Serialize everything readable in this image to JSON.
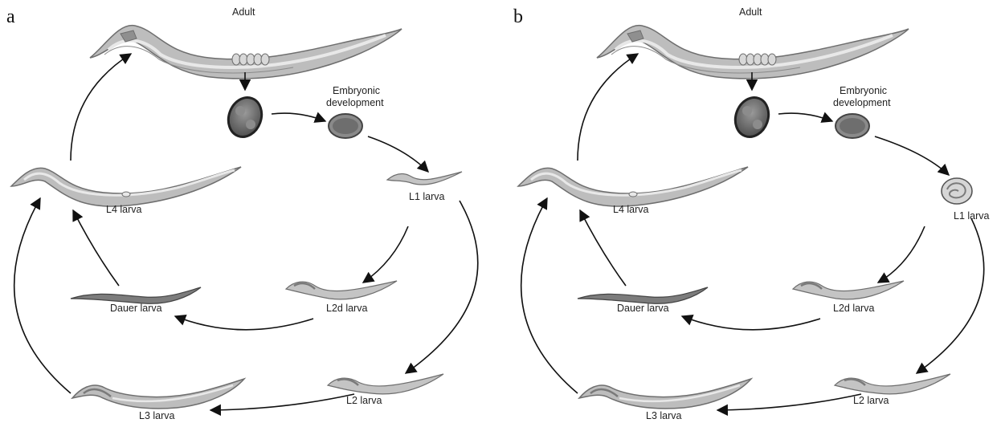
{
  "panels": [
    {
      "letter": "a",
      "labels": {
        "adult": "Adult",
        "embryonic_line1": "Embryonic",
        "embryonic_line2": "development",
        "l1": "L1 larva",
        "l2": "L2 larva",
        "l2d": "L2d larva",
        "dauer": "Dauer larva",
        "l3": "L3 larva",
        "l4": "L4 larva"
      }
    },
    {
      "letter": "b",
      "labels": {
        "adult": "Adult",
        "embryonic_line1": "Embryonic",
        "embryonic_line2": "development",
        "l1": "L1 larva",
        "l2": "L2 larva",
        "l2d": "L2d larva",
        "dauer": "Dauer larva",
        "l3": "L3 larva",
        "l4": "L4 larva"
      }
    }
  ],
  "colors": {
    "worm_body": "#bdbdbd",
    "worm_outline": "#6e6e6e",
    "worm_gut": "#e6e6e6",
    "dauer_body": "#7c7c7c",
    "embryo_dark": "#555555",
    "embryo_rim": "#222222",
    "arrow": "#111111"
  }
}
